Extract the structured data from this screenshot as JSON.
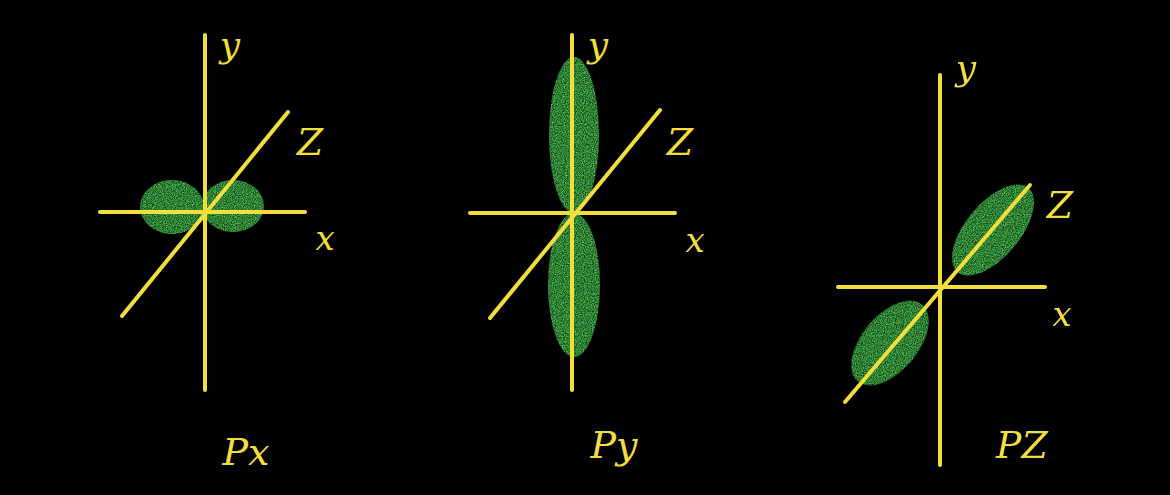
{
  "diagram": {
    "labels": [
      "y",
      "Z",
      "x",
      "Px",
      "y",
      "Z",
      "x",
      "Py",
      "y",
      "Z",
      "x",
      "PZ"
    ]
  }
}
